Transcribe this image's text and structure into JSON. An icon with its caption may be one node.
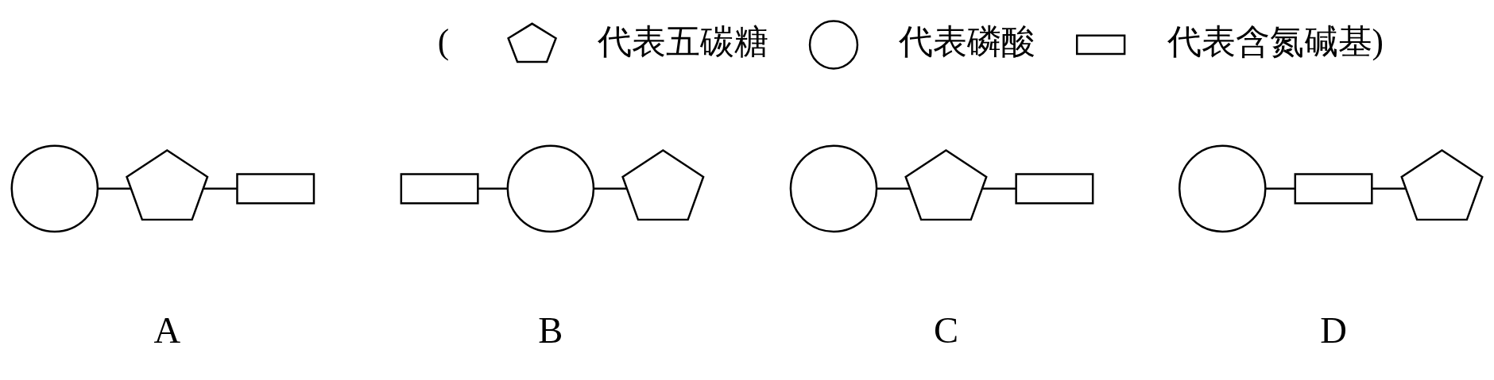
{
  "diagram": {
    "nodes": [
      {
        "text": [],
        "shape": "pentagon"
      },
      {
        "text": [],
        "shape": "circle"
      },
      {
        "text": [],
        "shape": "box"
      },
      {
        "text": [],
        "shape": "circle"
      },
      {
        "text": [],
        "shape": "pentagon"
      },
      {
        "text": [],
        "shape": "box"
      },
      {
        "text": [],
        "shape": "box"
      },
      {
        "text": [],
        "shape": "circle"
      },
      {
        "text": [],
        "shape": "pentagon"
      },
      {
        "text": [],
        "shape": "circle"
      },
      {
        "text": [],
        "shape": "pentagon"
      },
      {
        "text": [],
        "shape": "box"
      },
      {
        "text": [],
        "shape": "circle"
      },
      {
        "text": [],
        "shape": "box"
      },
      {
        "text": [],
        "shape": "pentagon"
      }
    ],
    "edges": [
      {
        "from": 3,
        "to": 4,
        "arrow": "none"
      },
      {
        "from": 4,
        "to": 5,
        "arrow": "none"
      },
      {
        "from": 6,
        "to": 7,
        "arrow": "none"
      },
      {
        "from": 7,
        "to": 8,
        "arrow": "none"
      },
      {
        "from": 9,
        "to": 10,
        "arrow": "none"
      },
      {
        "from": 10,
        "to": 11,
        "arrow": "none"
      },
      {
        "from": 12,
        "to": 13,
        "arrow": "none"
      },
      {
        "from": 13,
        "to": 14,
        "arrow": "none"
      }
    ],
    "labels": [
      "(",
      ")",
      "A",
      "B",
      "C",
      "D"
    ],
    "legend": [
      {
        "text": "代表五碳糖"
      },
      {
        "text": "代表磷酸"
      },
      {
        "text": "代表含氮碱基"
      }
    ]
  }
}
